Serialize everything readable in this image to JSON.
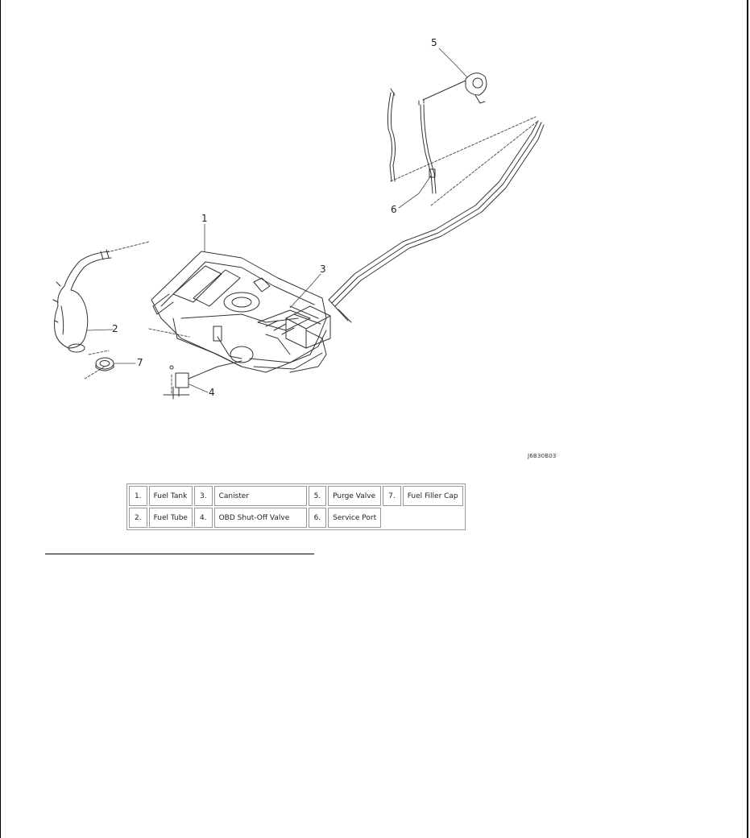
{
  "callouts": [
    "1",
    "2",
    "3",
    "4",
    "5",
    "6",
    "7"
  ],
  "figure_code": "J6B30B03",
  "legend": {
    "rows": [
      [
        {
          "num": "1.",
          "label": "Fuel Tank"
        },
        {
          "num": "3.",
          "label": "Canister"
        },
        {
          "num": "5.",
          "label": "Purge Valve"
        },
        {
          "num": "7.",
          "label": "Fuel Filler Cap"
        }
      ],
      [
        {
          "num": "2.",
          "label": "Fuel Tube"
        },
        {
          "num": "4.",
          "label": "OBD Shut-Off Valve"
        },
        {
          "num": "6.",
          "label": "Service Port"
        }
      ]
    ]
  }
}
